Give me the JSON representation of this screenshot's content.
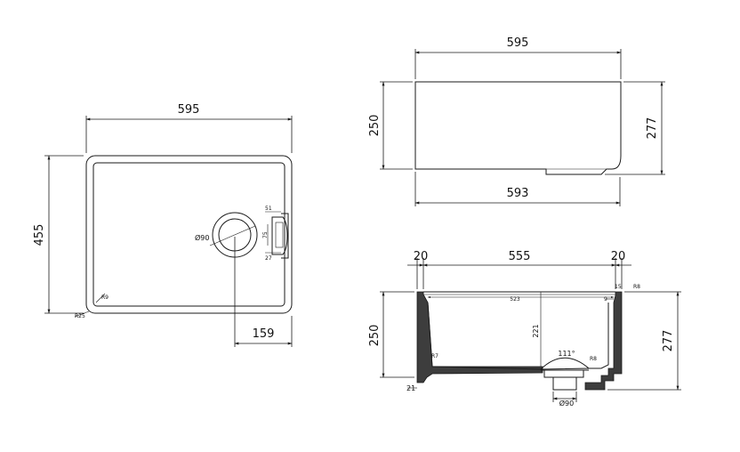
{
  "top_view": {
    "width_label": "595",
    "depth_label": "455",
    "offset_label": "159",
    "drain_label": "Ø90",
    "corner_inner_label": "R9",
    "corner_outer_label": "R25",
    "overflow_a_label": "51",
    "overflow_b_label": "75",
    "overflow_c_label": "27"
  },
  "front_view": {
    "top_width_label": "595",
    "bottom_width_label": "593",
    "left_height_label": "250",
    "right_height_label": "277"
  },
  "section_view": {
    "left_wall_label": "20",
    "inner_width_label": "555",
    "right_wall_label": "20",
    "left_height_label": "250",
    "right_height_label": "277",
    "inner_span_label": "523",
    "inner_depth_label": "221",
    "drain_angle_label": "111°",
    "drain_label": "Ø90",
    "base_label": "21",
    "radius_left_label": "R7",
    "radius_right_label": "R8",
    "radius_drain_label": "R8",
    "tiny_right_label": "15",
    "tiny_inner_label": "9"
  },
  "colors": {
    "line": "#1a1a1a",
    "wall_fill": "#4a4a4a",
    "background": "#ffffff"
  }
}
